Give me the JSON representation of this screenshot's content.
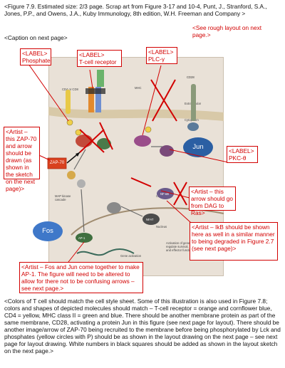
{
  "header": {
    "text": "<Figure 7.9. Estimated size: 2/3 page. Scrap art from Figure 3-17 and 10-4, Punt, J., Stranford, S.A., Jones, P.P., and Owens, J.A., Kuby Immunology, 8th edition, W.H. Freeman and Company >"
  },
  "caption_note": "<Caption on next page>",
  "labels": {
    "rough_layout": "<See rough layout on next page.>",
    "phosphate": "<LABEL>\nPhosphate",
    "tcell_receptor": "<LABEL>\nT-cell receptor",
    "plc": "<LABEL>\nPLC-γ",
    "zap70_note": "<Artist – this ZAP-70 and arrow should be drawn (as shown in the sketch on the next page)>",
    "pkc": "<LABEL>\nPKC-θ",
    "dag_ras": "<Artist – this arrow should go from DAG to Ras>",
    "ikb": "<Artist – IkB should be shown here as well in a similar manner to being degraded in Figure 2.7 (see next page)>",
    "fos_jun": "<Artist – Fos and Jun come together to make AP-1. The figure will need to be altered to allow for there not to be confusing arrows – see next page.>"
  },
  "shapes": {
    "zap70": "ZAP-70",
    "jun": "Jun",
    "fos": "Fos",
    "cd28": "CD28"
  },
  "figure_text": {
    "cd4": "CD4 or CD8",
    "mhc": "MHC",
    "mapk": "MAP kinase cascade",
    "ap1": "AP-1",
    "nfat": "NFAT",
    "nfkb": "NF-κB",
    "calcineurin": "Calcineurin",
    "nucleus": "Nucleus",
    "gene_activation": "Gene activation",
    "activation_genes": "Activation of genes that regulate survival, proliferation and effector function",
    "cytoplasm": "Cytoplasm",
    "extracell": "Extracellular"
  },
  "footer": {
    "text": "<Colors of T cell should match the cell style sheet. Some of this illustration is also used in Figure 7.8; colors and shapes of depicted molecules should match – T-cell receptor = orange and cornflower blue, CD4 = yellow, MHC class II = green and blue. There should be another membrane protein as part of the same membrane, CD28, activating a protein Jun in this figure (see next page for layout). There should be another image/arrow of ZAP-70 being recruited to the membrane before being phosphorylated by Lck and phosphates (yellow circles with P) should be as shown in the layout drawing on the next page – see next page for layout drawing. White numbers in black squares should be added as shown in the layout sketch on the next page.>"
  },
  "colors": {
    "red": "#d20000",
    "zap70_fill": "#d9411f",
    "jun_fill": "#2b5fa3",
    "fos_fill": "#3f78c9"
  }
}
